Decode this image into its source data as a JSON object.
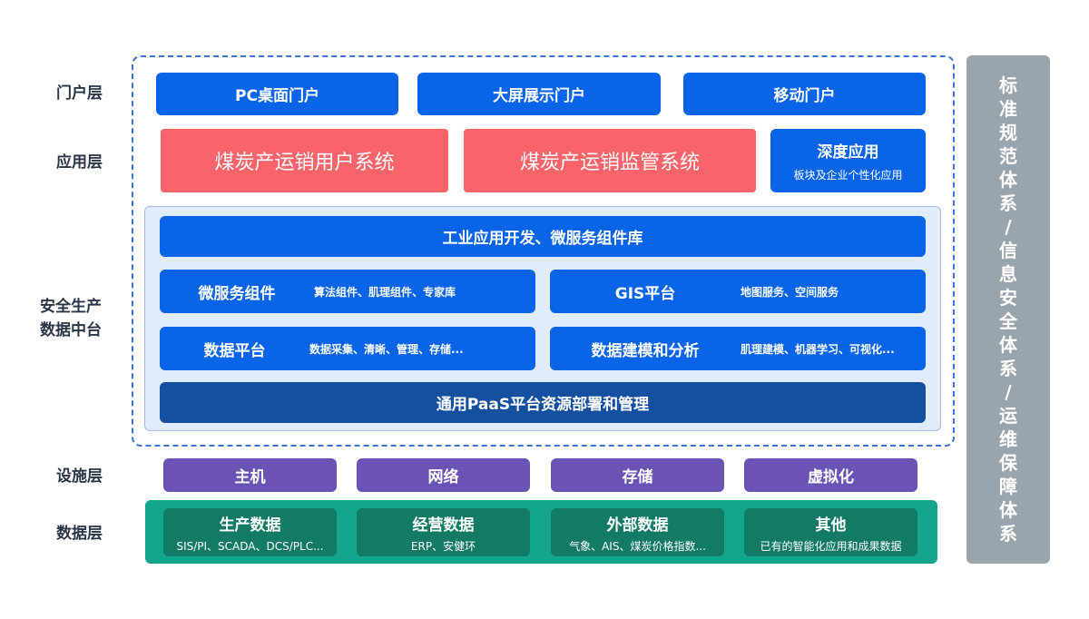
{
  "layers": {
    "portal": "门户层",
    "app": "应用层",
    "middle_line1": "安全生产",
    "middle_line2": "数据中台",
    "infra": "设施层",
    "data": "数据层"
  },
  "portal": {
    "pc": "PC桌面门户",
    "bigscreen": "大屏展示门户",
    "mobile": "移动门户"
  },
  "app": {
    "user_system": "煤炭产运销用户系统",
    "supervision_system": "煤炭产运销监管系统",
    "deep_title": "深度应用",
    "deep_sub": "板块及企业个性化应用"
  },
  "middle": {
    "top_bar": "工业应用开发、微服务组件库",
    "micro_title": "微服务组件",
    "micro_sub": "算法组件、肌理组件、专家库",
    "gis_title": "GIS平台",
    "gis_sub": "地图服务、空间服务",
    "dataplat_title": "数据平台",
    "dataplat_sub": "数据采集、清晰、管理、存储...",
    "model_title": "数据建模和分析",
    "model_sub": "肌理建模、机器学习、可视化...",
    "paas_bar": "通用PaaS平台资源部署和管理"
  },
  "infra": [
    "主机",
    "网络",
    "存储",
    "虚拟化"
  ],
  "data": [
    {
      "title": "生产数据",
      "sub": "SIS/PI、SCADA、DCS/PLC..."
    },
    {
      "title": "经营数据",
      "sub": "ERP、安健环"
    },
    {
      "title": "外部数据",
      "sub": "气象、AIS、煤炭价格指数..."
    },
    {
      "title": "其他",
      "sub": "已有的智能化应用和成果数据"
    }
  ],
  "side": [
    "标",
    "准",
    "规",
    "范",
    "体",
    "系",
    "/",
    "信",
    "息",
    "安",
    "全",
    "体",
    "系",
    "/",
    "运",
    "维",
    "保",
    "障",
    "体",
    "系"
  ],
  "colors": {
    "primary_blue": "#0a64e8",
    "red": "#f8646a",
    "dark_blue": "#1550a0",
    "purple": "#6b53b5",
    "teal": "#14a68c",
    "dark_teal": "#137a66",
    "gray": "#9aa4ad"
  }
}
